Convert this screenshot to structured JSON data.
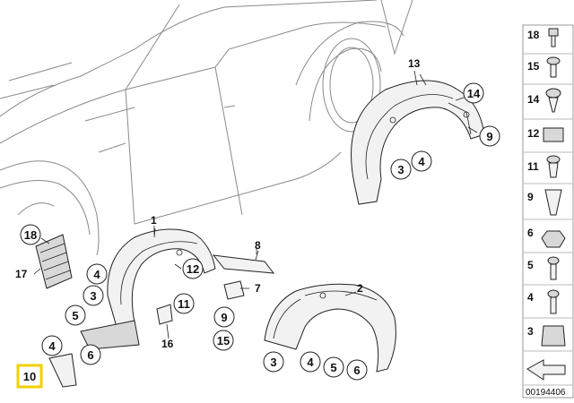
{
  "diagram": {
    "callouts_main": {
      "c13": "13",
      "c14": "14",
      "c9a": "9",
      "c3a": "3",
      "c4a": "4",
      "c1": "1",
      "c18": "18",
      "c17": "17",
      "c4b": "4",
      "c3b": "3",
      "c5b": "5",
      "c12": "12",
      "c8": "8",
      "c7": "7",
      "c11": "11",
      "c16": "16",
      "c9b": "9",
      "c15": "15",
      "c6b": "6",
      "c4c": "4",
      "c10": "10",
      "c2": "2",
      "c3c": "3",
      "c4d": "4",
      "c5d": "5",
      "c6d": "6"
    },
    "parts_panel": [
      "18",
      "15",
      "14",
      "12",
      "11",
      "9",
      "6",
      "5",
      "4",
      "3"
    ],
    "doc_number": "00194406",
    "highlight_color": "#f0d000"
  }
}
